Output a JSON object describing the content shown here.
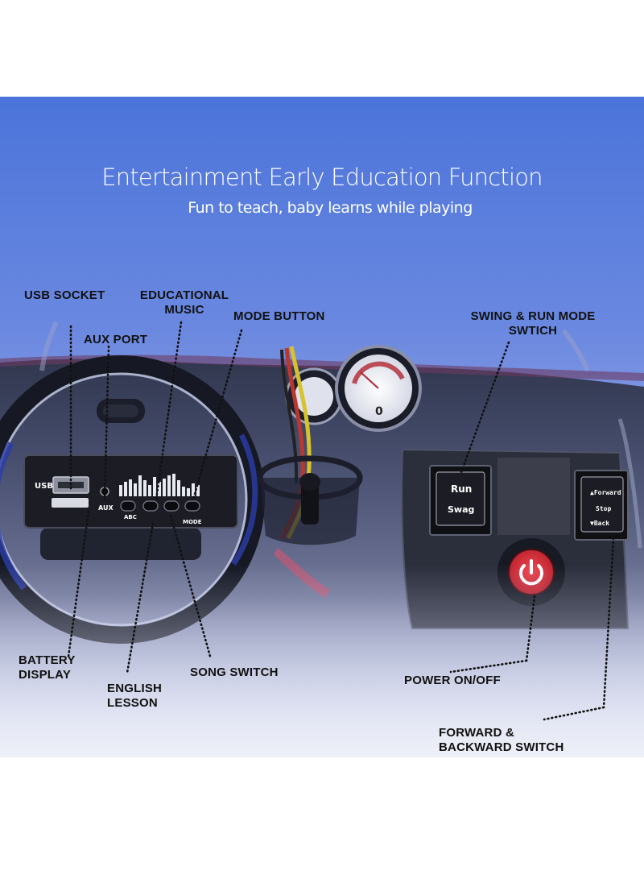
{
  "header": {
    "title": "Entertainment Early Education Function",
    "subtitle": "Fun to teach, baby learns while playing"
  },
  "callouts": {
    "usb_socket": "USB SOCKET",
    "educational_music_1": "EDUCATIONAL",
    "educational_music_2": "MUSIC",
    "mode_button": "MODE BUTTON",
    "aux_port": "AUX PORT",
    "swing_run_1": "SWING & RUN MODE",
    "swing_run_2": "SWTICH",
    "battery_display_1": "BATTERY",
    "battery_display_2": "DISPLAY",
    "english_lesson_1": "ENGLISH",
    "english_lesson_2": "LESSON",
    "song_switch": "SONG SWITCH",
    "power": "POWER ON/OFF",
    "forward_backward_1": "FORWARD &",
    "forward_backward_2": "BACKWARD SWITCH"
  },
  "panel_printed": {
    "usb": "USB",
    "aux": "AUX",
    "abc": "ABC",
    "mode": "MODE",
    "speed_zero": "0",
    "run": "Run",
    "swag": "Swag",
    "forward": "Forward",
    "stop": "Stop",
    "back": "Back"
  },
  "colors": {
    "background_top": "#4d78dc",
    "background_bottom": "#e6e8f4",
    "power_red": "#e0303a",
    "label_text": "#111111"
  }
}
